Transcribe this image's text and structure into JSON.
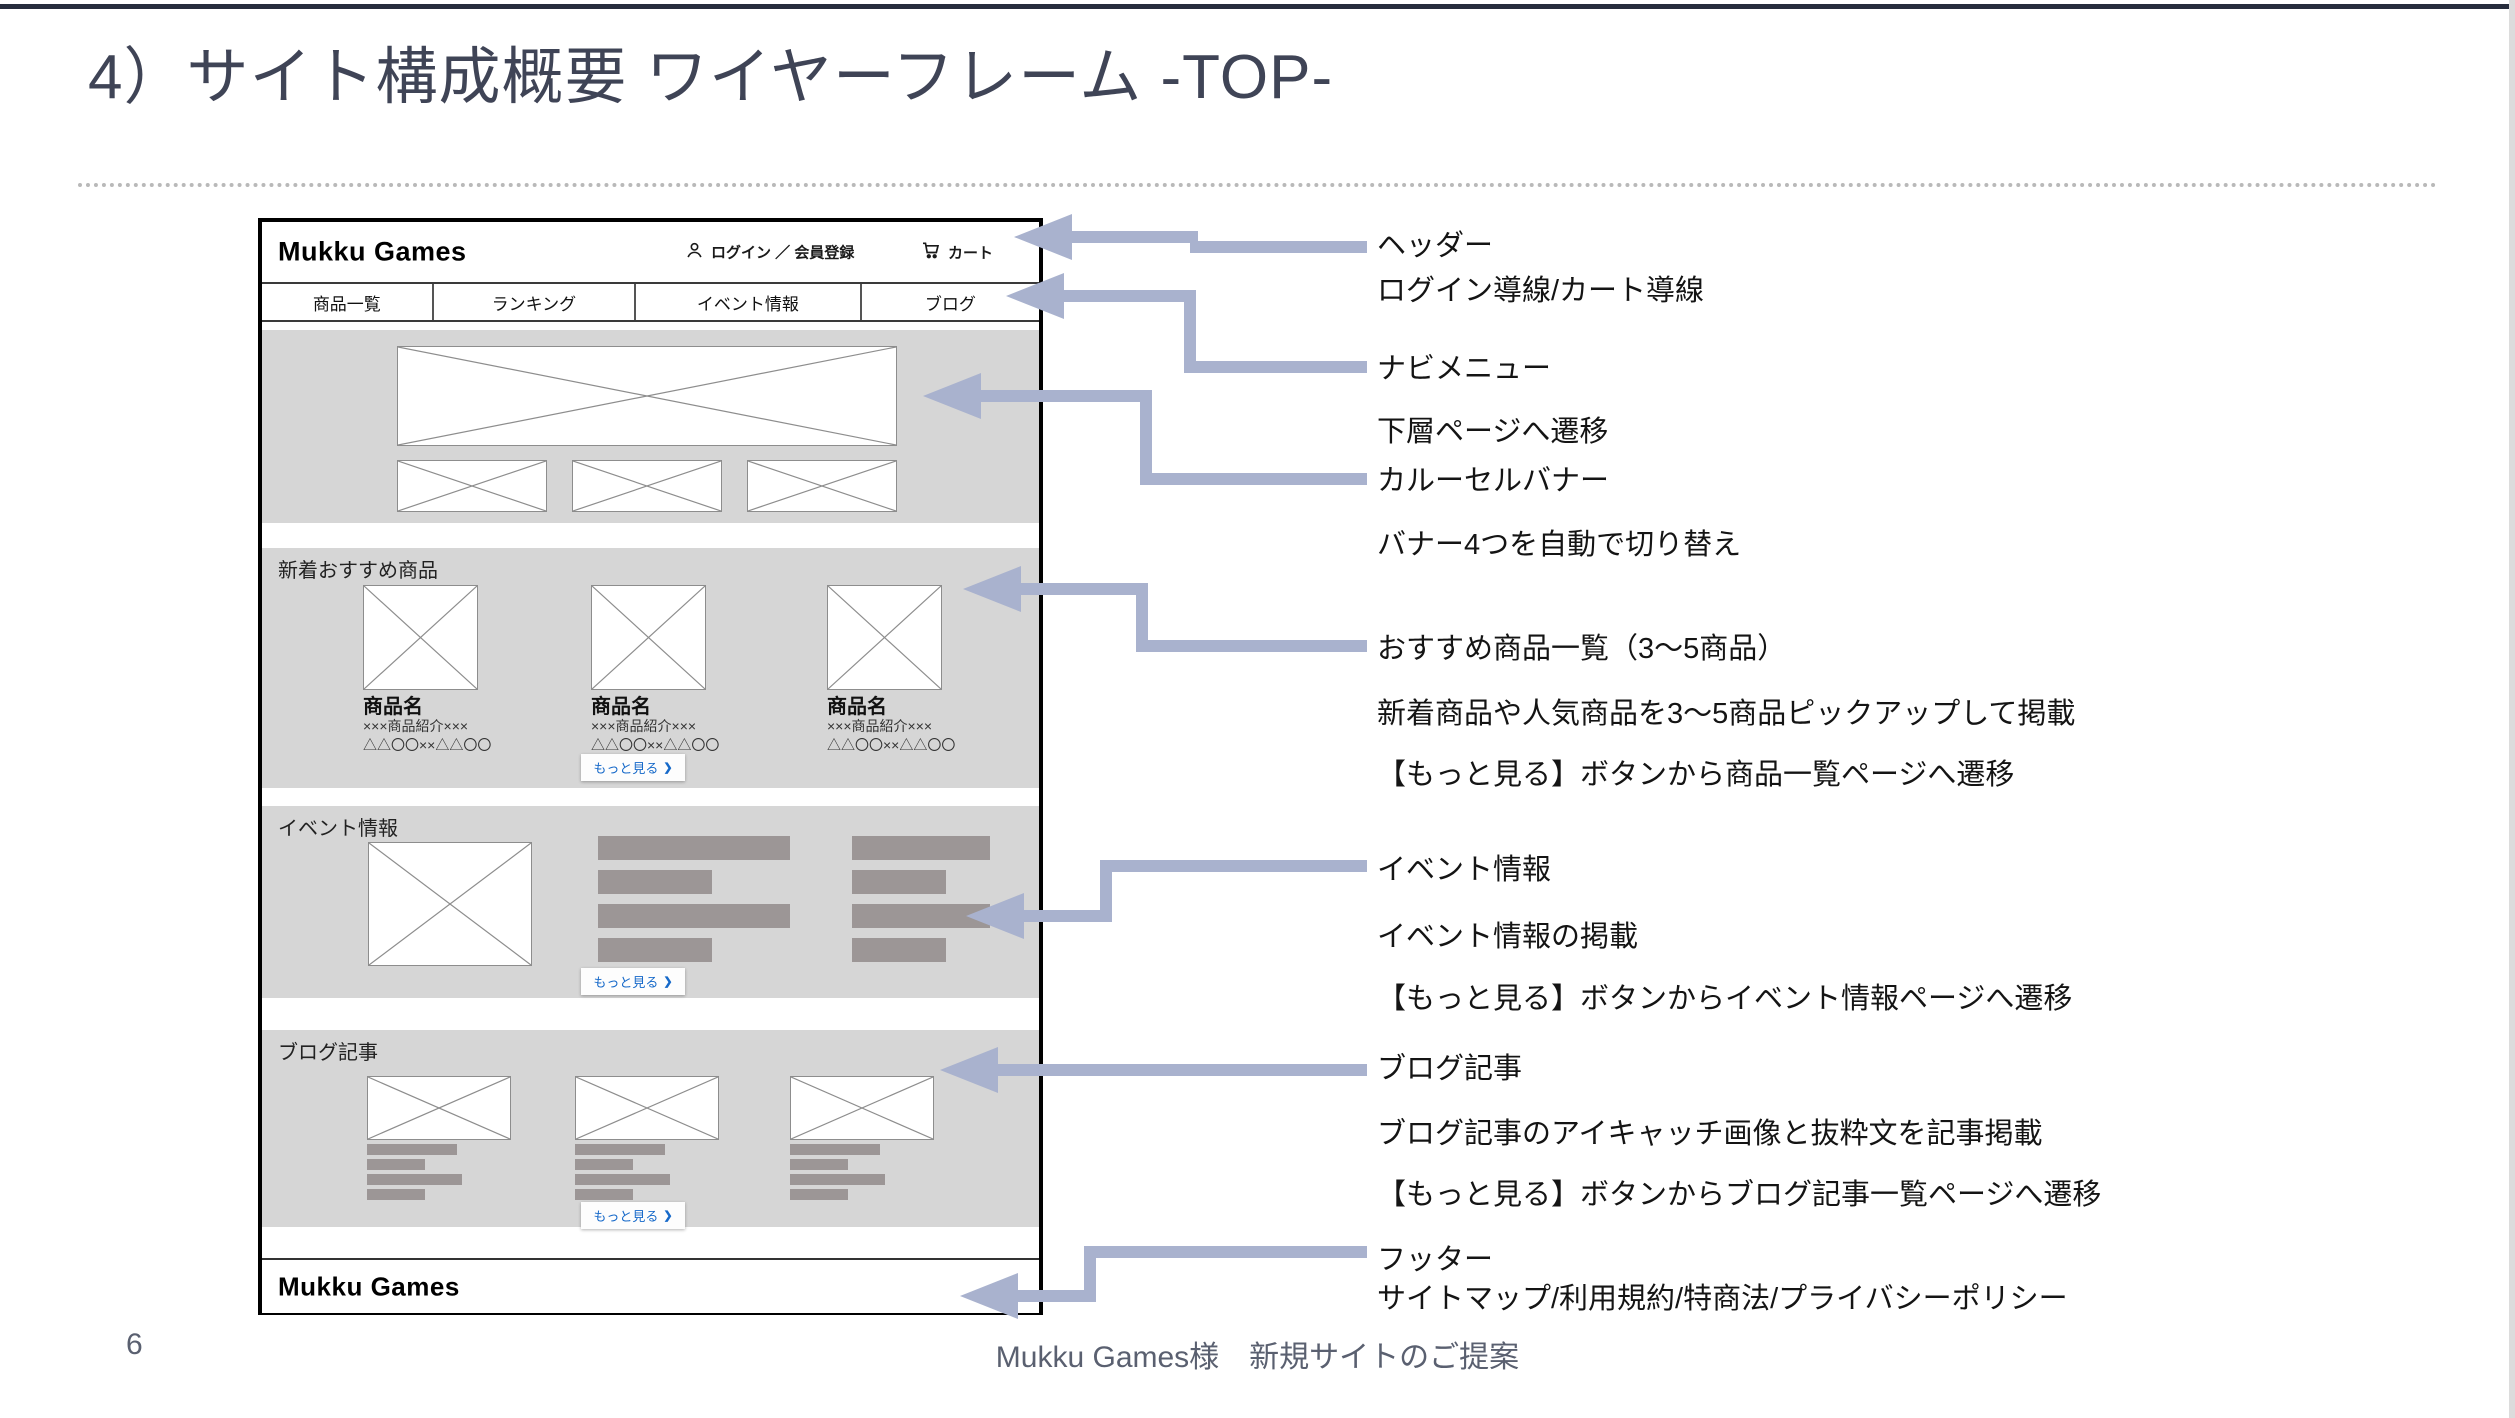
{
  "slide": {
    "title": "4）サイト構成概要 ワイヤーフレーム -TOP-",
    "page_number": "6",
    "footer": "Mukku Games様　新規サイトのご提案"
  },
  "wireframe": {
    "logo": "Mukku Games",
    "footer_logo": "Mukku Games",
    "header": {
      "login": "ログイン ／ 会員登録",
      "cart": "カート"
    },
    "nav": [
      "商品一覧",
      "ランキング",
      "イベント情報",
      "ブログ"
    ],
    "more_label": "もっと見る",
    "more_chevron": "❯",
    "sections": {
      "products": {
        "label": "新着おすすめ商品",
        "cards": [
          {
            "name": "商品名",
            "line1": "×××商品紹介×××",
            "line2": "△△〇〇××△△〇〇"
          },
          {
            "name": "商品名",
            "line1": "×××商品紹介×××",
            "line2": "△△〇〇××△△〇〇"
          },
          {
            "name": "商品名",
            "line1": "×××商品紹介×××",
            "line2": "△△〇〇××△△〇〇"
          }
        ]
      },
      "events": {
        "label": "イベント情報"
      },
      "blog": {
        "label": "ブログ記事"
      }
    }
  },
  "annotations": {
    "header_title": "ヘッダー",
    "header_desc": "ログイン導線/カート導線",
    "nav_title": "ナビメニュー",
    "nav_desc": "下層ページへ遷移",
    "carousel_title": "カルーセルバナー",
    "carousel_desc": "バナー4つを自動で切り替え",
    "products_title": "おすすめ商品一覧（3〜5商品）",
    "products_desc1": "新着商品や人気商品を3〜5商品ピックアップして掲載",
    "products_desc2": "【もっと見る】ボタンから商品一覧ページへ遷移",
    "events_title": "イベント情報",
    "events_desc1": "イベント情報の掲載",
    "events_desc2": "【もっと見る】ボタンからイベント情報ページへ遷移",
    "blog_title": "ブログ記事",
    "blog_desc1": "ブログ記事のアイキャッチ画像と抜粋文を記事掲載",
    "blog_desc2": "【もっと見る】ボタンからブログ記事一覧ページへ遷移",
    "footer_title": "フッター",
    "footer_desc": "サイトマップ/利用規約/特商法/プライバシーポリシー"
  },
  "colors": {
    "accent_top_bar": "#272d3d",
    "arrow": "#a9b2ce",
    "section_bg": "#d6d6d6",
    "placeholder_bar": "#9c9696",
    "link_blue": "#1669c9",
    "title_text": "#3f4456",
    "muted_text": "#5a6070"
  }
}
